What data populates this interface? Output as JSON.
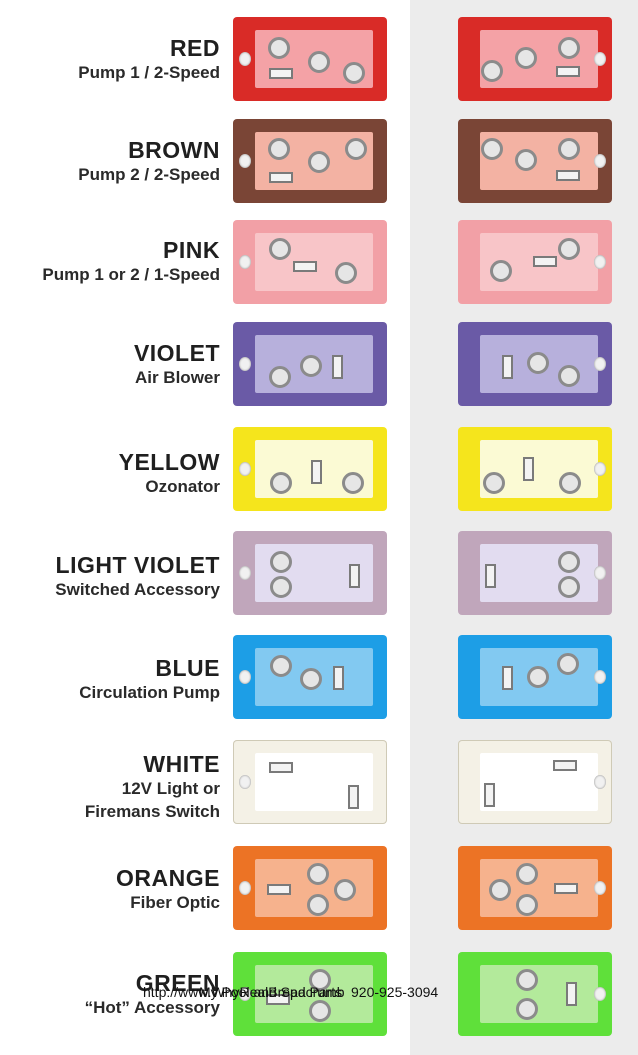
{
  "colors": {
    "background": "#ffffff",
    "band": "#ececec"
  },
  "connectors": [
    {
      "name": "RED",
      "desc": [
        "Pump 1 / 2-Speed"
      ],
      "border": "#d92b27",
      "face": "#f4a2a6"
    },
    {
      "name": "BROWN",
      "desc": [
        "Pump 2 / 2-Speed"
      ],
      "border": "#7a4536",
      "face": "#f3b2a3"
    },
    {
      "name": "PINK",
      "desc": [
        "Pump 1 or 2 / 1-Speed"
      ],
      "border": "#f2a0a6",
      "face": "#f8c5c8"
    },
    {
      "name": "VIOLET",
      "desc": [
        "Air Blower"
      ],
      "border": "#6a5aa6",
      "face": "#b7b0dc"
    },
    {
      "name": "YELLOW",
      "desc": [
        "Ozonator"
      ],
      "border": "#f5e51c",
      "face": "#fbfad4"
    },
    {
      "name": "LIGHT VIOLET",
      "desc": [
        "Switched Accessory"
      ],
      "border": "#c0a6bb",
      "face": "#e2dcf0"
    },
    {
      "name": "BLUE",
      "desc": [
        "Circulation Pump"
      ],
      "border": "#1d9ee6",
      "face": "#82c9f1"
    },
    {
      "name": "WHITE",
      "desc": [
        "12V Light or",
        "Firemans Switch"
      ],
      "border": "#f4f1e6",
      "face": "#ffffff"
    },
    {
      "name": "ORANGE",
      "desc": [
        "Fiber Optic"
      ],
      "border": "#ec7325",
      "face": "#f6b28d"
    },
    {
      "name": "GREEN",
      "desc": [
        "“Hot” Accessory"
      ],
      "border": "#5fe03a",
      "face": "#b3ea9b"
    }
  ],
  "caption": {
    "layer1": "http://www.WhyRealBreadcrumb",
    "layer2": "My Pool and Spa Parts",
    "layer3": "920-925-3094"
  }
}
